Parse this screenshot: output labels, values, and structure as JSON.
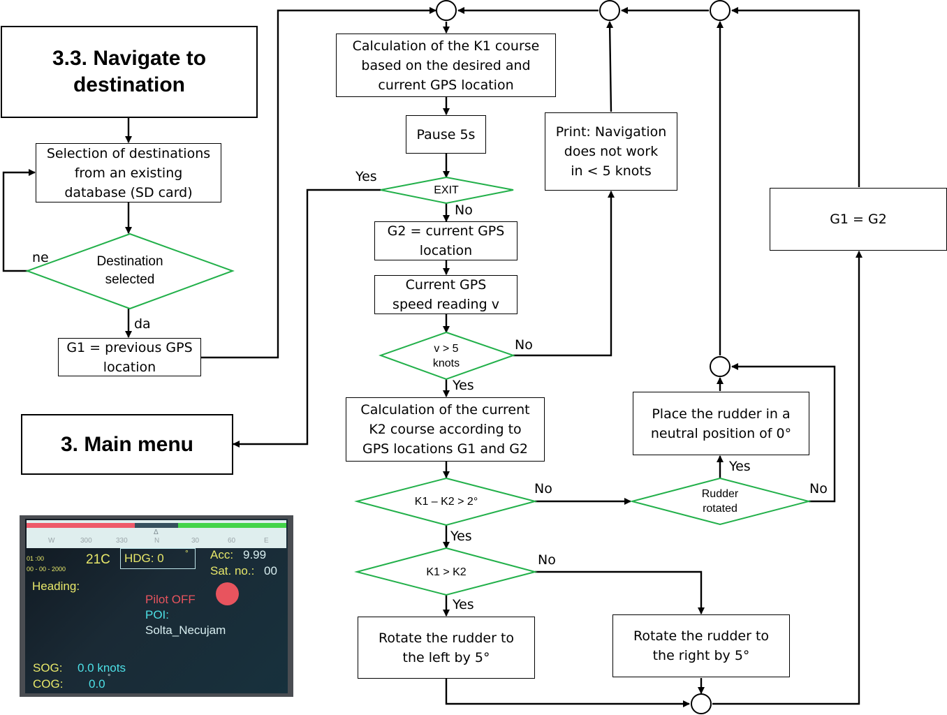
{
  "diagram": {
    "title_box": "3.3. Navigate to\ndestination",
    "main_menu_box": "3. Main menu",
    "nodes": {
      "select_destinations": "Selection of destinations\nfrom an existing\ndatabase (SD card)",
      "destination_selected": "Destination\nselected",
      "g1_previous": "G1 = previous GPS\nlocation",
      "calc_k1": "Calculation of the K1 course\nbased on the desired and\ncurrent GPS location",
      "pause": "Pause 5s",
      "exit": "EXIT",
      "g2_current": "G2 = current GPS\nlocation",
      "speed_reading": "Current GPS\nspeed reading v",
      "speed_check": "v > 5\nknots",
      "print_nav": "Print: Navigation\ndoes not work\nin < 5 knots",
      "calc_k2": "Calculation of the current\nK2 course according to\nGPS locations G1 and G2",
      "k1_minus_k2": "K1 – K2 > 2°",
      "k1_gt_k2": "K1 > K2",
      "rotate_left": "Rotate the rudder to\nthe left by 5°",
      "rotate_right": "Rotate the rudder to\nthe right by 5°",
      "rudder_rotated": "Rudder\nrotated",
      "neutral": "Place the rudder in a\nneutral position of 0°",
      "g1_eq_g2": "G1 = G2"
    },
    "labels": {
      "ne": "ne",
      "da": "da",
      "exit_yes": "Yes",
      "exit_no": "No",
      "speed_no": "No",
      "speed_yes": "Yes",
      "diff_no": "No",
      "diff_yes": "Yes",
      "k1k2_no": "No",
      "k1k2_yes": "Yes",
      "rudder_yes": "Yes",
      "rudder_no": "No"
    },
    "colors": {
      "decision_border": "#22b04a",
      "line": "#000000"
    }
  },
  "lcd": {
    "compass": {
      "ticks": [
        "W",
        "300",
        "330",
        "N",
        "30",
        "60",
        "E"
      ],
      "marker": "Δ"
    },
    "colors": {
      "bar_red": "#ee5a6a",
      "bar_dark": "#35505e",
      "bar_green": "#44d44a"
    },
    "time": "01 :00",
    "date": "00 - 00 - 2000",
    "temperature": "21C",
    "hdg_label": "HDG: 0",
    "hdg_degree": "°",
    "acc_label": "Acc:",
    "acc_value": "9.99",
    "sat_label": "Sat. no.:",
    "sat_value": "00",
    "heading_label": "Heading:",
    "pilot_status": "Pilot OFF",
    "poi_label": "POI:",
    "poi_value": "Solta_Necujam",
    "sog_label": "SOG:",
    "sog_value": "0.0 knots",
    "cog_label": "COG:",
    "cog_value": "0.0",
    "cog_degree": "°"
  }
}
